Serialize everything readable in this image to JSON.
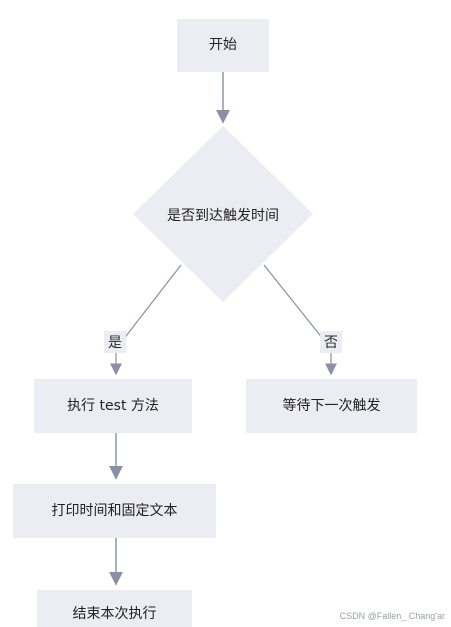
{
  "diagram": {
    "nodes": {
      "start": "开始",
      "decision": "是否到达触发时间",
      "execute_method": "执行 test 方法",
      "wait_next": "等待下一次触发",
      "print_time_text": "打印时间和固定文本",
      "end_execution": "结束本次执行"
    },
    "edges": {
      "yes": "是",
      "no": "否"
    }
  },
  "watermark": "CSDN @Fallen_ Chang'ar",
  "colors": {
    "node_fill": "#ececf3",
    "line": "#8a8fa3",
    "text": "#222222"
  }
}
